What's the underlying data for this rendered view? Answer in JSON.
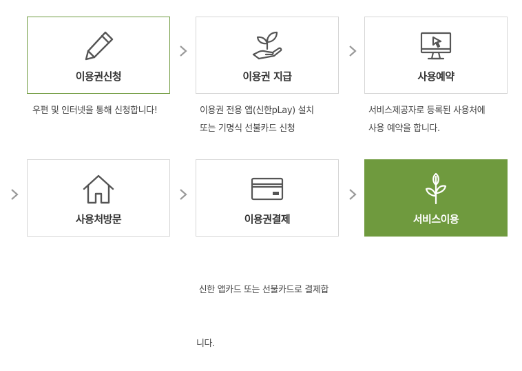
{
  "steps": [
    {
      "title": "이용권신청",
      "icon": "pencil-icon",
      "desc": [
        "우편 및 인터넷을 통해 신청합니다!"
      ]
    },
    {
      "title": "이용권 지급",
      "icon": "hand-sprout-icon",
      "desc": [
        "이용권 전용 앱(신한pLay) 설치",
        "또는 기명식 선불카드 신청"
      ]
    },
    {
      "title": "사용예약",
      "icon": "monitor-cursor-icon",
      "desc": [
        "서비스제공자로 등록된 사용처에",
        "사용 예약을 합니다."
      ]
    },
    {
      "title": "사용처방문",
      "icon": "house-icon",
      "desc": []
    },
    {
      "title": "이용권결제",
      "icon": "card-icon",
      "desc": [
        " 신한 앱카드 또는 선불카드로 결제합",
        "니다."
      ]
    },
    {
      "title": "서비스이용",
      "icon": "plant-icon",
      "desc": []
    }
  ],
  "colors": {
    "accent": "#6f9a3e",
    "border": "#d5d5d5",
    "arrow": "#9a9a9a"
  }
}
